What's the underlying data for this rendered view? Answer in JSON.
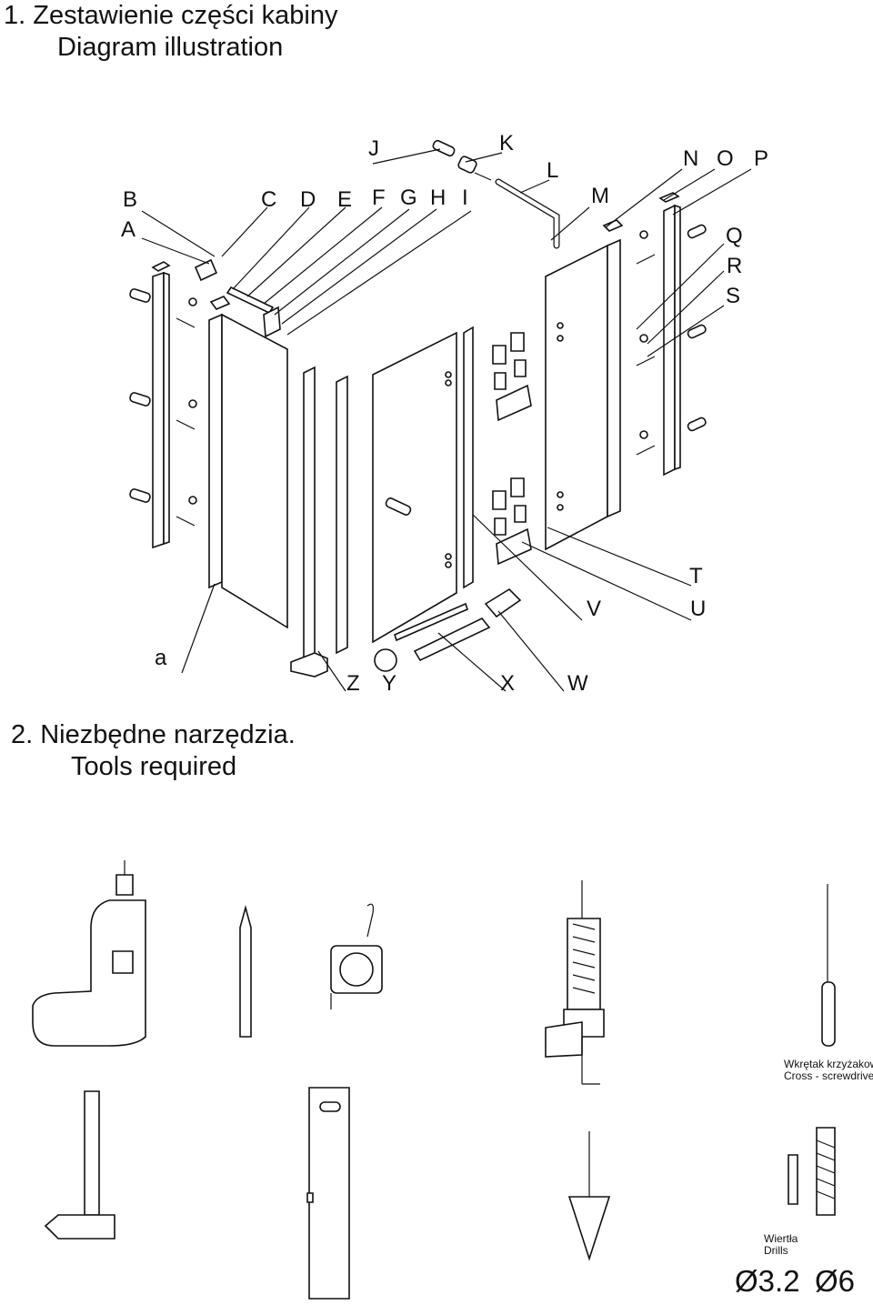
{
  "section1": {
    "title_pl": "1. Zestawienie części kabiny",
    "title_en": "Diagram illustration",
    "labels": {
      "A": "A",
      "B": "B",
      "C": "C",
      "D": "D",
      "E": "E",
      "F": "F",
      "G": "G",
      "H": "H",
      "I": "I",
      "J": "J",
      "K": "K",
      "L": "L",
      "M": "M",
      "N": "N",
      "O": "O",
      "P": "P",
      "Q": "Q",
      "R": "R",
      "S": "S",
      "T": "T",
      "U": "U",
      "V": "V",
      "W": "W",
      "X": "X",
      "Y": "Y",
      "Z": "Z",
      "a": "a"
    }
  },
  "section2": {
    "title_pl": "2. Niezbędne narzędzia.",
    "title_en": "Tools required",
    "screwdriver_pl": "Wkrętak krzyżakowy",
    "screwdriver_en": "Cross - screwdriver",
    "drills_pl": "Wiertła",
    "drills_en": "Drills",
    "drill_size_1": "Ø3.2",
    "drill_size_2": "Ø6"
  }
}
